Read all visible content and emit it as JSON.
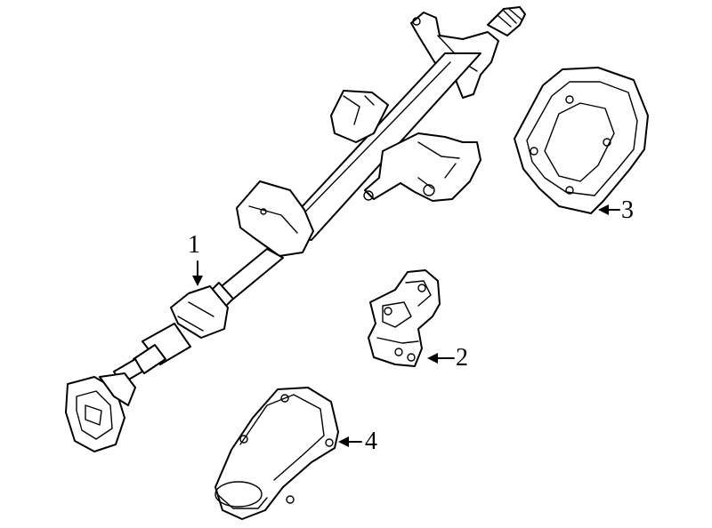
{
  "diagram": {
    "callouts": [
      {
        "id": "1",
        "label": "1",
        "part": "steering-column-assembly"
      },
      {
        "id": "2",
        "label": "2",
        "part": "bracket"
      },
      {
        "id": "3",
        "label": "3",
        "part": "cover-plate"
      },
      {
        "id": "4",
        "label": "4",
        "part": "boot-cover"
      }
    ]
  }
}
